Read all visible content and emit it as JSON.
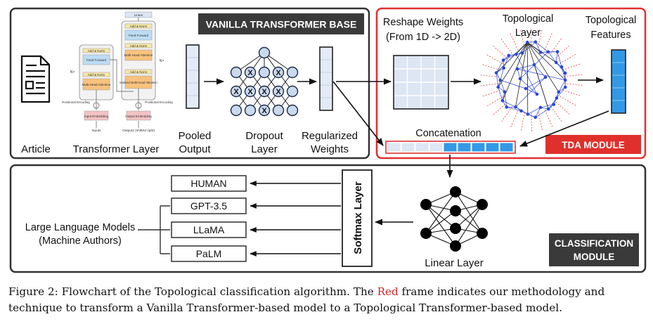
{
  "colors": {
    "frame": "#333333",
    "red_frame": "#e03131",
    "label_dark_bg": "#3a3a3a",
    "label_red_bg": "#e0302c",
    "blue_cell": "#3399e6",
    "light_cell": "#dde6f3",
    "node_fill": "#c9d9ee",
    "graph_blue": "#2a46d8",
    "graph_red_dash": "#e04848"
  },
  "vanilla": {
    "title": "VANILLA TRANSFORMER BASE",
    "article_label": "Article",
    "transformer_label": "Transformer Layer",
    "pooled_label": "Pooled Output",
    "dropout_label": "Dropout Layer",
    "regularized_label": "Regularized Weights",
    "tf": {
      "linear": "Linear",
      "add_norm": "Add & Norm",
      "feed_forward": "Feed Forward",
      "mha": "Multi-Head Attention",
      "masked_mha": "Masked Multi-Head Attention",
      "nx": "N×",
      "pos_enc": "Positional Encoding",
      "input_emb": "Input Embedding",
      "output_emb": "Output Embedding",
      "inputs": "Inputs",
      "outputs": "Outputs (shifted right)"
    }
  },
  "tda": {
    "title": "TDA MODULE",
    "reshape_label": "Reshape Weights (From 1D -> 2D)",
    "topo_layer_label": "Topological Layer",
    "topo_features_label": "Topological Features",
    "concat_label": "Concatenation"
  },
  "classification": {
    "title": "CLASSIFICATION MODULE",
    "softmax_label": "Softmax Layer",
    "linear_label": "Linear Layer",
    "group_label": "Large Language Models (Machine Authors)",
    "outputs": [
      "HUMAN",
      "GPT-3.5",
      "LLaMA",
      "PaLM"
    ]
  },
  "caption": {
    "prefix": "Figure 2: Flowchart of the Topological classification algorithm. The ",
    "red_word": "Red",
    "suffix": " frame indicates our methodology and technique to transform a Vanilla Transformer-based model to a Topological Transformer-based model."
  }
}
